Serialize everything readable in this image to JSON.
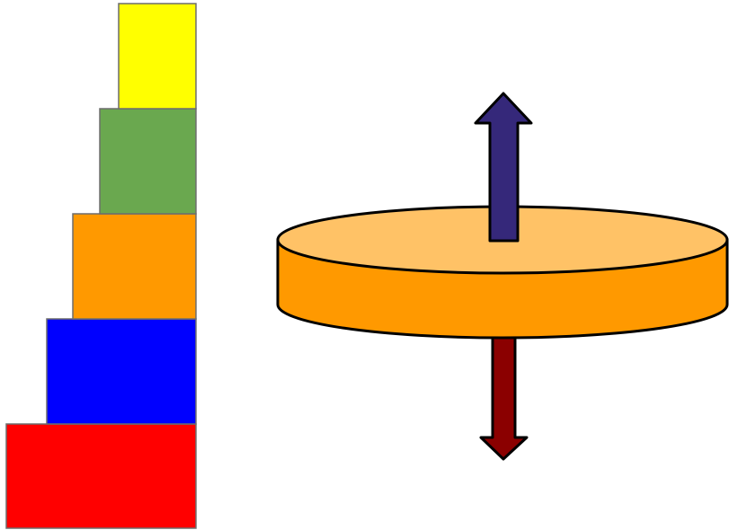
{
  "colors": {
    "background": "#ffffff",
    "block_border": "#6d6d6d",
    "outline": "#000000",
    "blocks_bottom_to_top": [
      "#ff0000",
      "#0000ff",
      "#ff9900",
      "#6aa84f",
      "#ffff00"
    ],
    "disc_top": "#ffc266",
    "disc_side": "#ff9900",
    "arrow_up": "#35287a",
    "arrow_down": "#8b0000"
  },
  "stack": {
    "block_count": 5
  },
  "disc": {
    "arrows": [
      {
        "direction": "up",
        "icon": "up-arrow-icon"
      },
      {
        "direction": "down",
        "icon": "down-arrow-icon"
      }
    ]
  }
}
